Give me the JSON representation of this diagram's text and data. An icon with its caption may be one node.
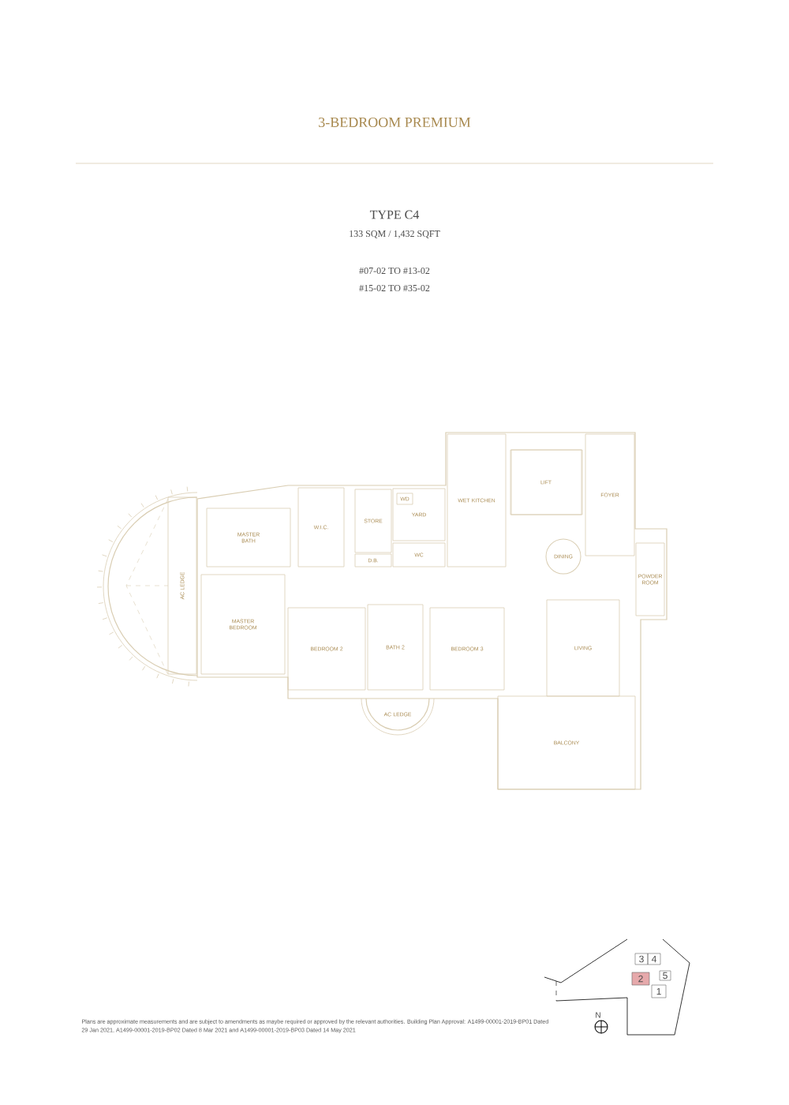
{
  "diagram": {
    "title": "3-BEDROOM PREMIUM",
    "nodes": [
      {
        "text": [
          "MASTER BATH"
        ]
      },
      {
        "text": [
          "W.I.C."
        ]
      },
      {
        "text": [
          "STORE"
        ]
      },
      {
        "text": [
          "YARD"
        ]
      },
      {
        "text": [
          "WD"
        ],
        "in": 3
      },
      {
        "text": [
          "WC"
        ]
      },
      {
        "text": [
          "D.B."
        ]
      },
      {
        "text": [
          "WET KITCHEN"
        ]
      },
      {
        "text": [
          "LIFT"
        ]
      },
      {
        "text": [
          "FOYER"
        ]
      },
      {
        "text": [
          "DINING"
        ]
      },
      {
        "text": [
          "POWDER ROOM"
        ]
      },
      {
        "text": [
          "AC LEDGE"
        ]
      },
      {
        "text": [
          "MASTER BEDROOM"
        ]
      },
      {
        "text": [
          "BEDROOM 2"
        ]
      },
      {
        "text": [
          "BATH 2"
        ]
      },
      {
        "text": [
          "BEDROOM 3"
        ]
      },
      {
        "text": [
          "LIVING"
        ]
      },
      {
        "text": [
          "AC LEDGE"
        ]
      },
      {
        "text": [
          "BALCONY"
        ]
      },
      {
        "text": [
          "3"
        ]
      },
      {
        "text": [
          "4"
        ]
      },
      {
        "text": [
          "2"
        ]
      },
      {
        "text": [
          "5"
        ]
      },
      {
        "text": [
          "1"
        ]
      }
    ],
    "labels": [
      "TYPE C4",
      "133 SQM / 1,432 SQFT",
      "#07-02 TO #13-02",
      "#15-02 TO #35-02",
      "Plans are approximate measurements and are subject to amendments as maybe required or approved by the relevant authorities. Building Plan Approval: A1499-00001-2019-BP01 Dated 29 Jan 2021, A1499-00001-2019-BP02 Dated 8 Mar 2021 and A1499-00001-2019-BP03 Dated 14 May 2021",
      "N"
    ]
  }
}
